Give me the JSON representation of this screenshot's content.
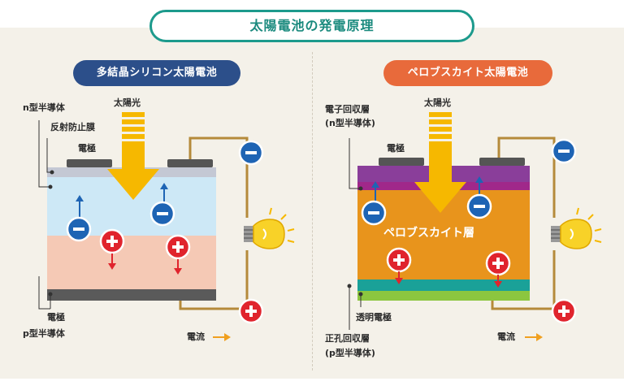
{
  "title": "太陽電池の発電原理",
  "left": {
    "heading": "多結晶シリコン太陽電池",
    "labels": {
      "n_type": "n型半導体",
      "anti_reflection": "反射防止膜",
      "electrode_top": "電極",
      "sunlight": "太陽光",
      "electrode_bottom": "電極",
      "p_type": "p型半導体",
      "current": "電流"
    }
  },
  "right": {
    "heading": "ペロブスカイト太陽電池",
    "labels": {
      "etl_line1": "電子回収層",
      "etl_line2": "(n型半導体)",
      "electrode_top": "電極",
      "sunlight": "太陽光",
      "perovskite_layer": "ペロブスカイト層",
      "transparent_electrode": "透明電極",
      "htl_line1": "正孔回収層",
      "htl_line2": "(p型半導体)",
      "current": "電流"
    }
  },
  "colors": {
    "teal": "#1c9a8c",
    "navy": "#2c4f8a",
    "orange": "#e86a3b",
    "electron": "#1e64b4",
    "hole": "#e0242d",
    "wire": "#b58a3a",
    "sun": "#f6b800",
    "perovskite": "#e8941c",
    "silicon_n": "#cde8f6",
    "silicon_p": "#f5c9b5"
  },
  "icons": [
    "minus-sign-icon",
    "plus-sign-icon",
    "light-bulb-icon",
    "sunlight-arrow-icon",
    "current-arrow-icon"
  ]
}
